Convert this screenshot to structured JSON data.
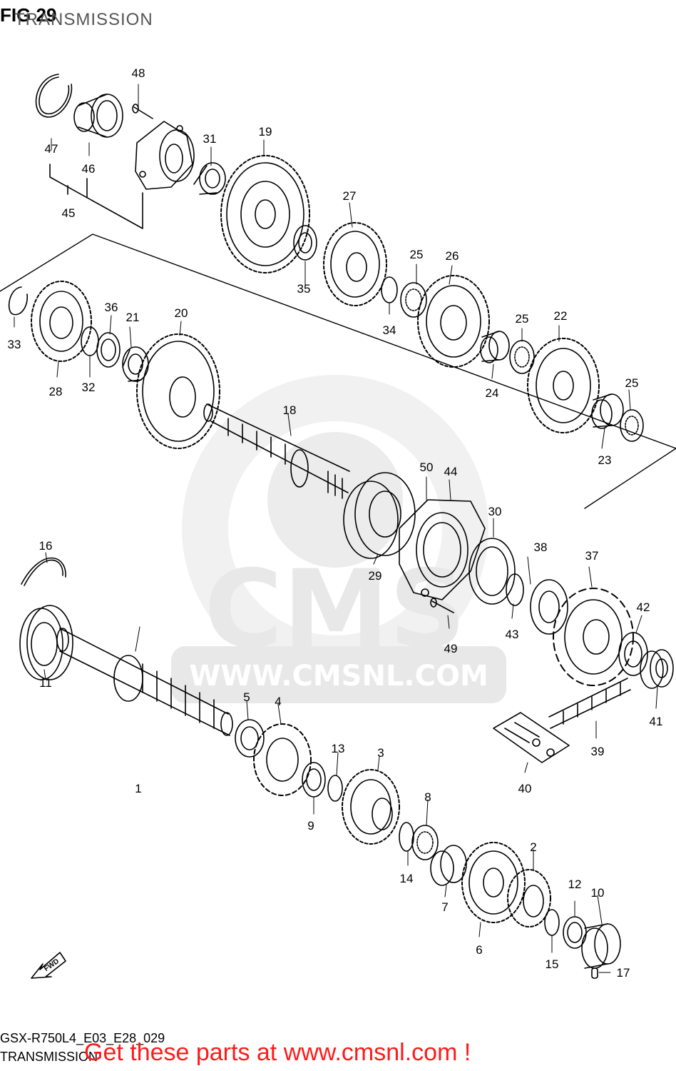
{
  "header": {
    "figure": "FIG 29",
    "title": "TRANSMISSION"
  },
  "watermark": {
    "brand": "CMS",
    "url": "WWW.CMSNL.COM",
    "color": "#e6e6e6"
  },
  "fwd_label": "FWD",
  "footer": {
    "code": "GSX-R750L4_E03_E28_029",
    "title": "TRANSMISSION",
    "promo": "Get these parts at www.cmsnl.com !",
    "promo_color": "#ff1a1a"
  },
  "callouts": [
    "1",
    "2",
    "3",
    "4",
    "5",
    "6",
    "7",
    "8",
    "9",
    "10",
    "11",
    "12",
    "13",
    "14",
    "15",
    "16",
    "17",
    "18",
    "19",
    "20",
    "21",
    "22",
    "23",
    "24",
    "25",
    "25",
    "25",
    "26",
    "27",
    "28",
    "29",
    "30",
    "31",
    "32",
    "33",
    "34",
    "35",
    "36",
    "37",
    "38",
    "39",
    "40",
    "41",
    "42",
    "43",
    "44",
    "45",
    "46",
    "47",
    "48",
    "49",
    "50"
  ]
}
